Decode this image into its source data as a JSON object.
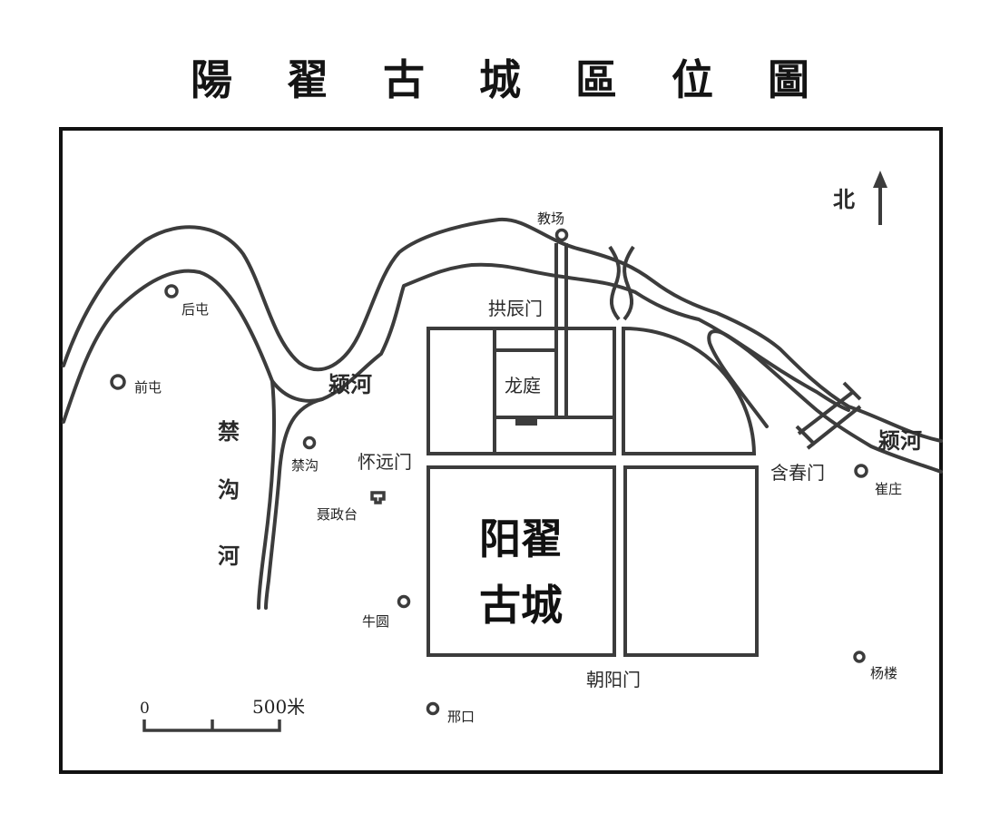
{
  "title": "陽 翟 古 城 區 位 圖",
  "city": {
    "name_line1": "阳翟",
    "name_line2": "古城"
  },
  "palace": "龙庭",
  "gates": {
    "north": "拱辰门",
    "west": "怀远门",
    "east": "含春门",
    "south": "朝阳门"
  },
  "rivers": {
    "ying_center": "颍河",
    "ying_east": "颍河",
    "jingou": [
      "禁",
      "沟",
      "河"
    ]
  },
  "places": [
    {
      "key": "jiaochang",
      "label": "教场"
    },
    {
      "key": "houtun",
      "label": "后屯"
    },
    {
      "key": "qiantun",
      "label": "前屯"
    },
    {
      "key": "jingou",
      "label": "禁沟"
    },
    {
      "key": "niepengtai",
      "label": "聂政台"
    },
    {
      "key": "niuyuan",
      "label": "牛圆"
    },
    {
      "key": "xingkou",
      "label": "邢口"
    },
    {
      "key": "cuizhuang",
      "label": "崔庄"
    },
    {
      "key": "yanglou",
      "label": "杨楼"
    }
  ],
  "north_arrow": {
    "label": "北"
  },
  "scale_bar": {
    "start": "0",
    "end": "500米"
  },
  "colors": {
    "line": "#3c3c3c",
    "text": "#1a1a1a",
    "background": "#ffffff"
  }
}
